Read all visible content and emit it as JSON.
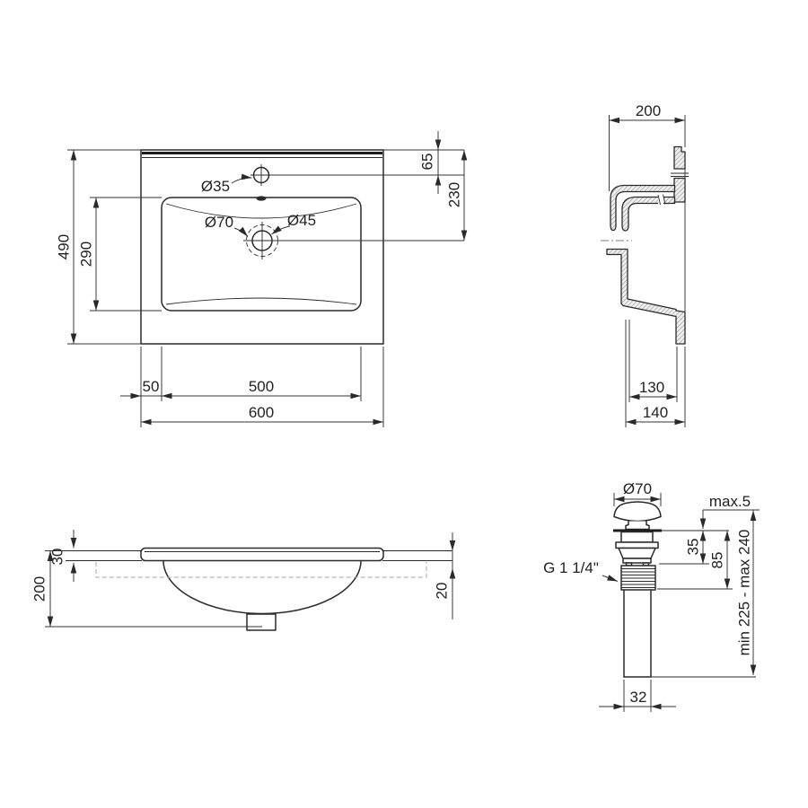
{
  "colors": {
    "line": "#2a2a2a",
    "dim_line": "#333333",
    "hatch_line": "#8f8f8f",
    "hatch_bg": "#efefef",
    "hidden_line": "#aaaaaa",
    "background": "#ffffff"
  },
  "top_view": {
    "overall_width": "600",
    "basin_width": "500",
    "left_offset": "50",
    "overall_depth": "490",
    "basin_depth": "290",
    "faucet_to_back": "65",
    "drain_to_back": "230",
    "faucet_hole_dia": "Ø35",
    "drain_recess_dia": "Ø70",
    "drain_hole_dia": "Ø45"
  },
  "side_view": {
    "depth": "200",
    "bottom_inner_width": "130",
    "bottom_width": "140"
  },
  "front_view": {
    "rim_thickness": "30",
    "height": "200",
    "apron_drop": "20"
  },
  "drain_assembly": {
    "cap_dia": "Ø70",
    "cap_clearance": "max.5",
    "upper_height": "35",
    "body_height": "85",
    "thread": "G 1 1/4\"",
    "length_range": "min 225 - max 240",
    "pipe_dia": "32"
  }
}
